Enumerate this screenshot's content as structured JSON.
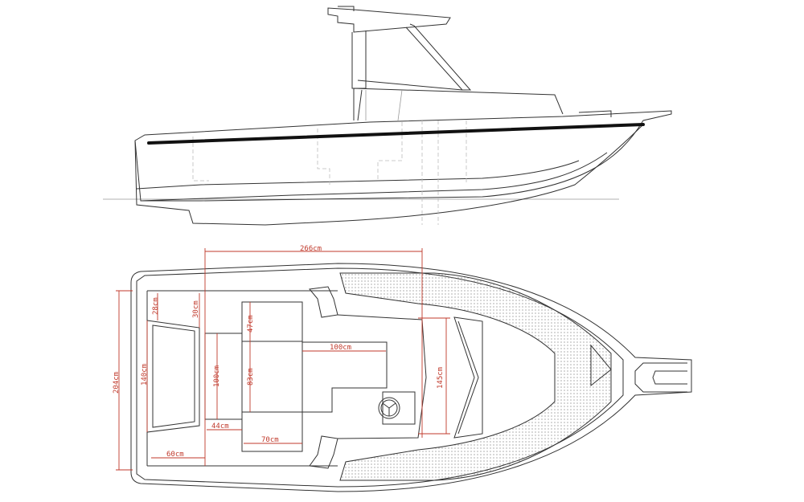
{
  "title": "Boat side elevation and deck plan",
  "colors": {
    "outline": "#333333",
    "dimension": "#c0392b",
    "rubrail": "#111111"
  },
  "dimensions": {
    "overall_cockpit_length": "266cm",
    "stern_seat_depth": "28cm",
    "cockpit_rear_gap": "30cm",
    "seat_box_width": "47cm",
    "console_length": "100cm",
    "bench_width": "100cm",
    "seat_length": "83cm",
    "transom_seat_length": "140cm",
    "beam": "204cm",
    "foredeck_width": "145cm",
    "bench_depth": "44cm",
    "seat_depth": "70cm",
    "aft_deck": "60cm"
  }
}
